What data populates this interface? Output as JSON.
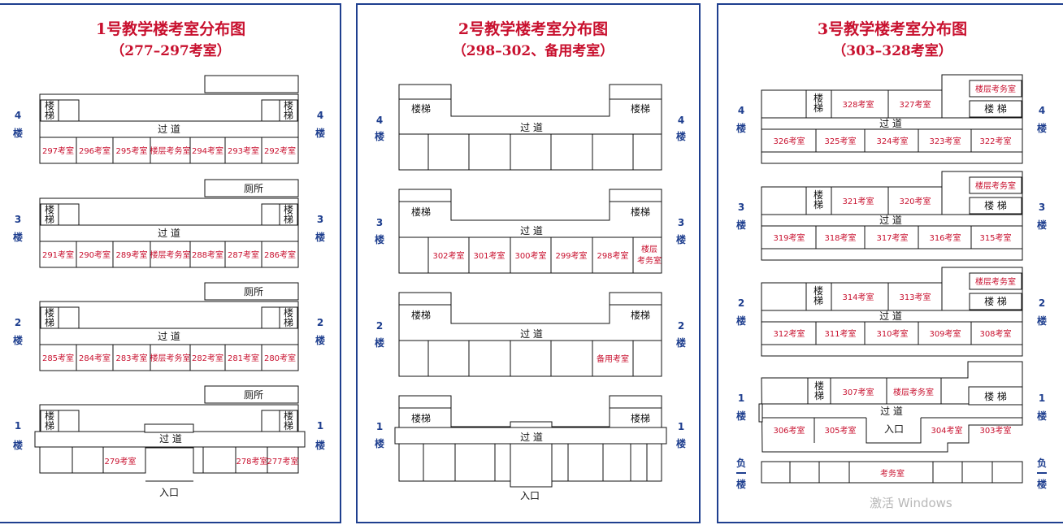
{
  "common": {
    "corridor": "过 道",
    "stairs": "楼梯",
    "stairs_v": [
      "楼",
      "梯"
    ],
    "toilet": "厕所",
    "entrance": "入口",
    "floor_suffix": "楼",
    "floor_b1": [
      "负",
      "一",
      "楼"
    ]
  },
  "b1": {
    "title1": "1号教学楼考室分布图",
    "title2": "（277–297考室）",
    "floor4": [
      "297考室",
      "296考室",
      "295考室",
      "楼层考务室",
      "294考室",
      "293考室",
      "292考室"
    ],
    "floor3": [
      "291考室",
      "290考室",
      "289考室",
      "楼层考务室",
      "288考室",
      "287考室",
      "286考室"
    ],
    "floor2": [
      "285考室",
      "284考室",
      "283考室",
      "楼层考务室",
      "282考室",
      "281考室",
      "280考室"
    ],
    "floor1": [
      "279考室",
      "278考室",
      "277考室"
    ]
  },
  "b2": {
    "title1": "2号教学楼考室分布图",
    "title2": "（298–302、备用考室）",
    "floor3": [
      "302考室",
      "301考室",
      "300考室",
      "299考室",
      "298考室"
    ],
    "floor3_office": [
      "楼层",
      "考务室"
    ],
    "floor2_spare": "备用考室"
  },
  "b3": {
    "title1": "3号教学楼考室分布图",
    "title2": "（303–328考室）",
    "office": "楼层考务室",
    "floor4_top": [
      "328考室",
      "327考室"
    ],
    "floor4_bottom": [
      "326考室",
      "325考室",
      "324考室",
      "323考室",
      "322考室"
    ],
    "floor3_top": [
      "321考室",
      "320考室"
    ],
    "floor3_bottom": [
      "319考室",
      "318考室",
      "317考室",
      "316考室",
      "315考室"
    ],
    "floor2_top": [
      "314考室",
      "313考室"
    ],
    "floor2_bottom": [
      "312考室",
      "311考室",
      "310考室",
      "309考室",
      "308考室"
    ],
    "floor1_top": [
      "307考室",
      "楼层考务室"
    ],
    "floor1_bottom": [
      "306考室",
      "305考室",
      "304考室",
      "303考室"
    ],
    "basement": "考务室",
    "stairs_spaced": "楼 梯"
  },
  "watermark": "激活 Windows"
}
